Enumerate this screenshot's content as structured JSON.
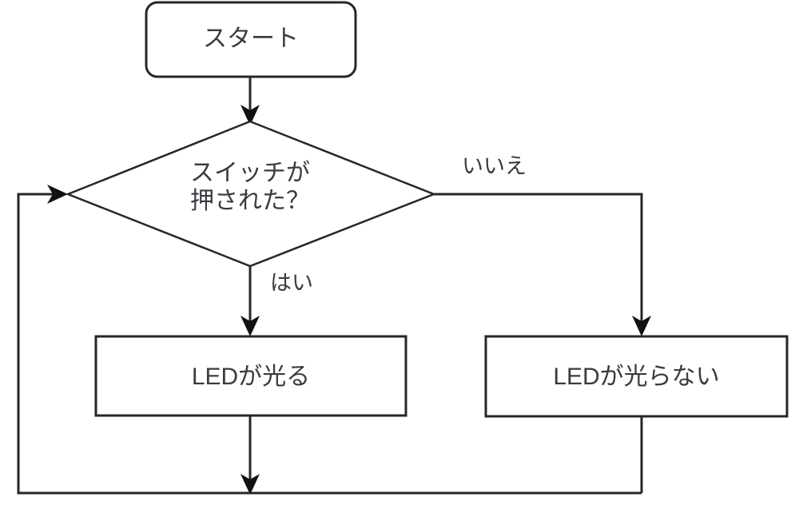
{
  "diagram": {
    "type": "flowchart",
    "orientation": "top-to-bottom",
    "background_color": "#ffffff",
    "line_color": "#26262b",
    "text_color": "#3a3a40",
    "nodes": [
      {
        "id": "start",
        "shape": "rounded-rectangle",
        "label": "スタート"
      },
      {
        "id": "decision",
        "shape": "diamond",
        "label": "スイッチが\n押された？"
      },
      {
        "id": "led-on",
        "shape": "rectangle",
        "label": "LEDが光る"
      },
      {
        "id": "led-off",
        "shape": "rectangle",
        "label": "LEDが光らない"
      }
    ],
    "edges": [
      {
        "id": "start-to-decision",
        "from": "start",
        "to": "decision",
        "label": ""
      },
      {
        "id": "decision-yes",
        "from": "decision",
        "to": "led-on",
        "label": "はい"
      },
      {
        "id": "decision-no",
        "from": "decision",
        "to": "led-off",
        "label": "いいえ"
      },
      {
        "id": "led-on-to-loop",
        "from": "led-on",
        "to": "decision",
        "label": ""
      },
      {
        "id": "led-off-to-loop",
        "from": "led-off",
        "to": "decision",
        "label": ""
      }
    ]
  }
}
